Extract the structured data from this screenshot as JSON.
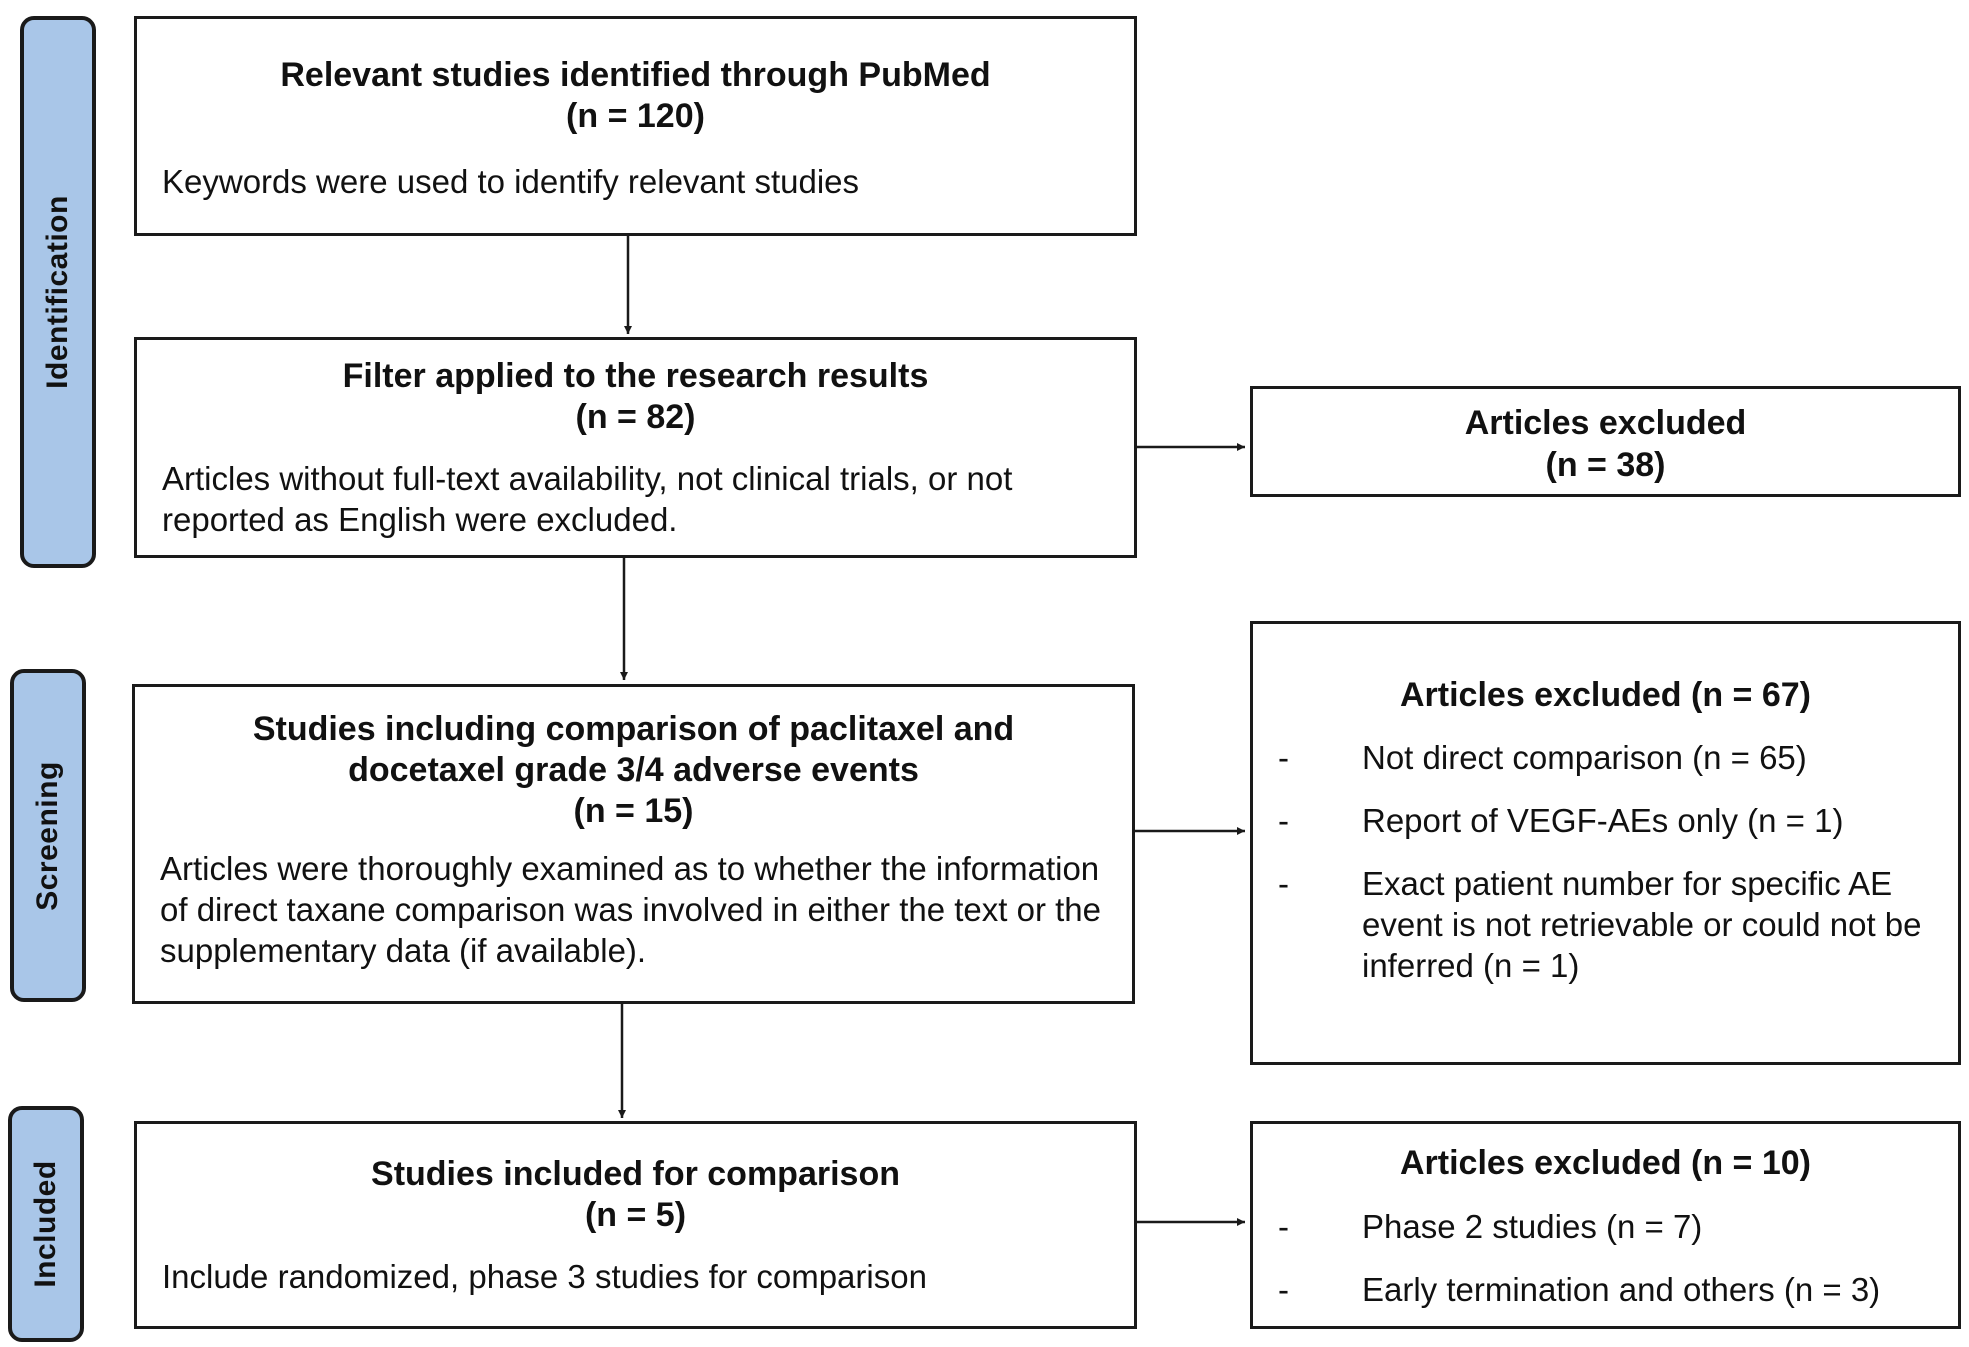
{
  "phases": {
    "identification": "Identification",
    "screening": "Screening",
    "included": "Included"
  },
  "boxes": {
    "identified": {
      "title": "Relevant studies identified through PubMed",
      "count": "(n = 120)",
      "body": "Keywords were used to identify relevant studies"
    },
    "filter": {
      "title": "Filter applied to the research results",
      "count": "(n = 82)",
      "body": "Articles without full-text availability, not clinical trials, or not reported as English were excluded."
    },
    "screening": {
      "title": "Studies including comparison of paclitaxel and docetaxel grade 3/4 adverse events",
      "count": "(n = 15)",
      "body": "Articles were thoroughly examined as to whether the information of direct taxane comparison was involved in either the text or the supplementary data (if available)."
    },
    "included": {
      "title": "Studies included for comparison",
      "count": "(n = 5)",
      "body": "Include randomized, phase 3 studies for comparison"
    }
  },
  "exclusions": {
    "ex1": {
      "title": "Articles excluded",
      "count": "(n = 38)"
    },
    "ex2": {
      "title": "Articles excluded (n = 67)",
      "items": [
        "Not direct comparison (n = 65)",
        "Report of VEGF-AEs only (n = 1)",
        "Exact patient number for specific AE event is not retrievable or could not be inferred (n = 1)"
      ]
    },
    "ex3": {
      "title": "Articles excluded (n = 10)",
      "items": [
        "Phase 2 studies (n = 7)",
        "Early termination and others (n = 3)"
      ]
    }
  },
  "colors": {
    "phase_fill": "#a9c6e8",
    "border": "#1a1a1a"
  }
}
